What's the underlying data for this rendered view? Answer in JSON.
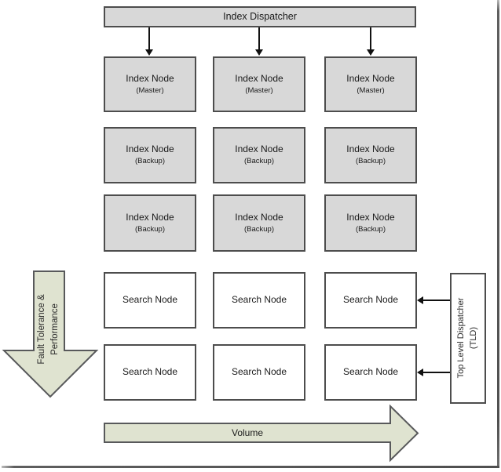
{
  "title_box": {
    "label": "Index Dispatcher"
  },
  "grid": {
    "rows": [
      {
        "name": "index-master",
        "cells": [
          {
            "title": "Index Node",
            "subtitle": "(Master)"
          },
          {
            "title": "Index Node",
            "subtitle": "(Master)"
          },
          {
            "title": "Index Node",
            "subtitle": "(Master)"
          }
        ]
      },
      {
        "name": "index-backup-1",
        "cells": [
          {
            "title": "Index Node",
            "subtitle": "(Backup)"
          },
          {
            "title": "Index Node",
            "subtitle": "(Backup)"
          },
          {
            "title": "Index Node",
            "subtitle": "(Backup)"
          }
        ]
      },
      {
        "name": "index-backup-2",
        "cells": [
          {
            "title": "Index Node",
            "subtitle": "(Backup)"
          },
          {
            "title": "Index Node",
            "subtitle": "(Backup)"
          },
          {
            "title": "Index Node",
            "subtitle": "(Backup)"
          }
        ]
      },
      {
        "name": "search-row-1",
        "cells": [
          {
            "title": "Search Node"
          },
          {
            "title": "Search Node"
          },
          {
            "title": "Search Node"
          }
        ]
      },
      {
        "name": "search-row-2",
        "cells": [
          {
            "title": "Search Node"
          },
          {
            "title": "Search Node"
          },
          {
            "title": "Search Node"
          }
        ]
      }
    ]
  },
  "left_arrow": {
    "direction": "down",
    "label_line1": "Fault Tolerance &",
    "label_line2": "Performance"
  },
  "bottom_arrow": {
    "direction": "right",
    "label": "Volume"
  },
  "tld_box": {
    "label_line1": "Top Level Dispatcher",
    "label_line2": "(TLD)"
  },
  "colors": {
    "node_fill_gray": "#d8d8d8",
    "node_fill_white": "#ffffff",
    "arrow_fill": "#dfe3d0",
    "arrow_stroke": "#58595b",
    "box_border": "#4d4d4d",
    "connector": "#111111",
    "shadow": "#4f4f4f"
  }
}
